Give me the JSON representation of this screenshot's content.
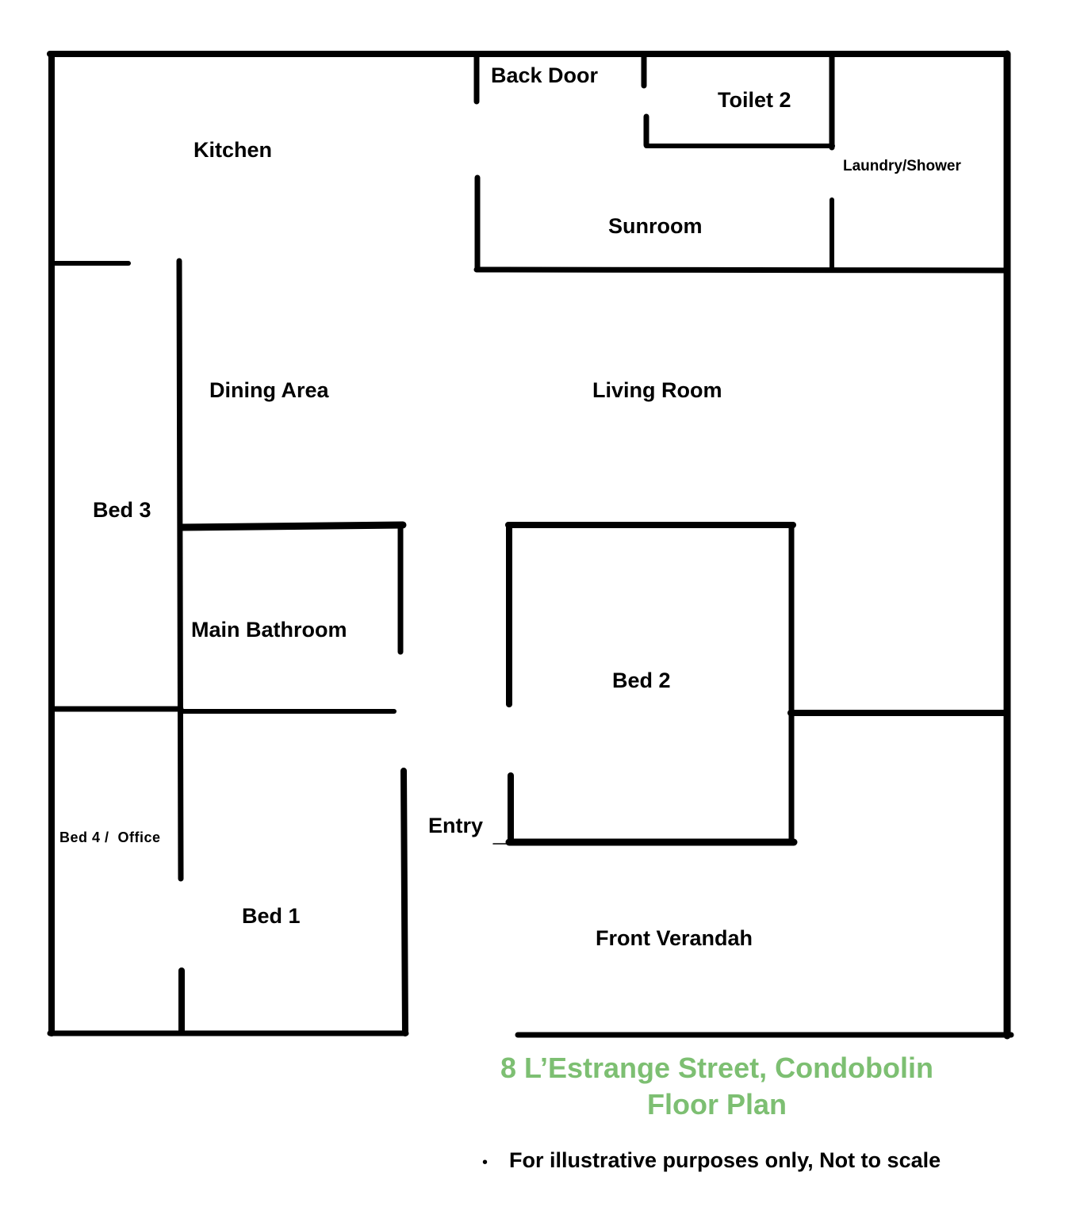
{
  "rooms": {
    "back_door": "Back Door",
    "toilet_2": "Toilet 2",
    "kitchen": "Kitchen",
    "laundry_shower": "Laundry/Shower",
    "sunroom": "Sunroom",
    "dining_area": "Dining Area",
    "living_room": "Living Room",
    "bed_3": "Bed 3",
    "main_bathroom": "Main Bathroom",
    "bed_2": "Bed 2",
    "entry": "Entry",
    "bed_4_office": "Bed 4 /  Office",
    "bed_1": "Bed 1",
    "front_verandah": "Front Verandah"
  },
  "title": {
    "line1": "8 L’Estrange Street, Condobolin",
    "line2": "Floor Plan"
  },
  "note": {
    "bullet": "•",
    "text": "For illustrative purposes only, Not to scale"
  },
  "colors": {
    "wall": "#000000",
    "title": "#7dbf72"
  }
}
